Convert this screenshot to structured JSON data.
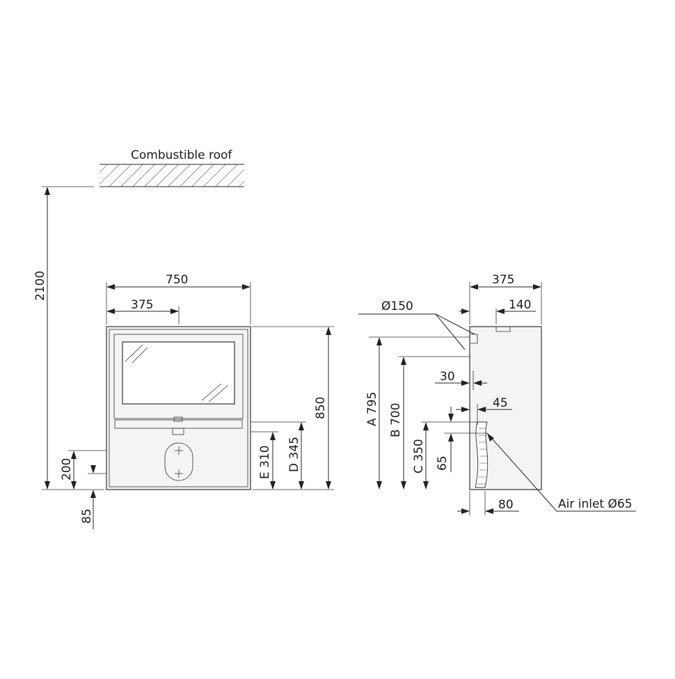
{
  "roof_label": "Combustible roof",
  "front_view": {
    "height_total": "2100",
    "width": "750",
    "center": "375",
    "height": "850",
    "e": "E 310",
    "d": "D 345",
    "h200": "200",
    "h85": "85"
  },
  "side_view": {
    "depth": "375",
    "flue_offset": "140",
    "flue_diameter": "Ø150",
    "a": "A 795",
    "b": "B 700",
    "c": "C 350",
    "d30": "30",
    "d45": "45",
    "d65": "65",
    "d80": "80",
    "air_inlet": "Air inlet Ø65"
  },
  "colors": {
    "line": "#222222",
    "body_fill": "#f4f4f4"
  }
}
